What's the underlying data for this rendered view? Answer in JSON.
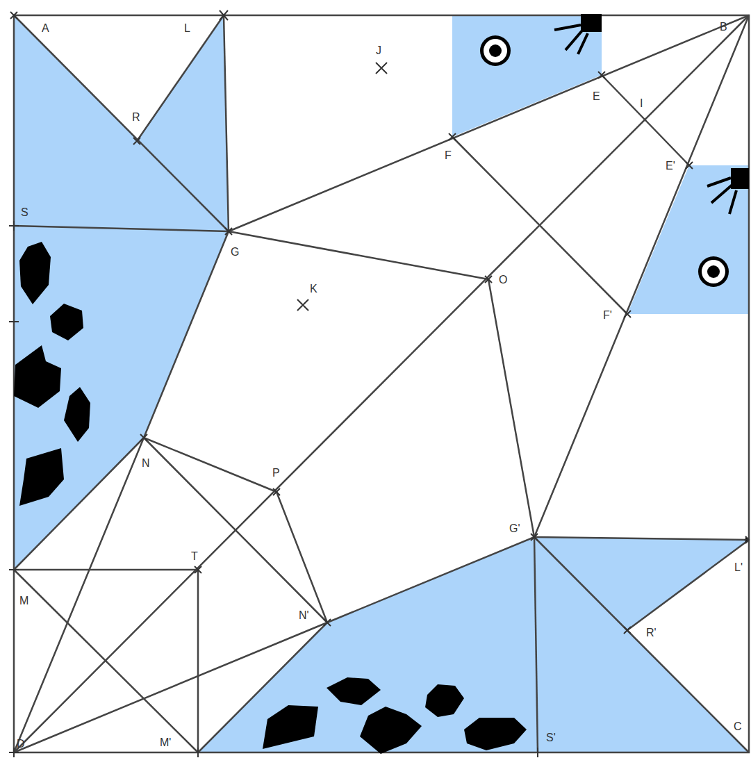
{
  "diagram": {
    "labels": [
      "A",
      "L",
      "J",
      "R",
      "E",
      "I",
      "B",
      "S",
      "E'",
      "G",
      "K",
      "O",
      "F",
      "F'",
      "N",
      "P",
      "G'",
      "L'",
      "T",
      "M",
      "N'",
      "R'",
      "D",
      "M'",
      "S'",
      "C"
    ]
  }
}
